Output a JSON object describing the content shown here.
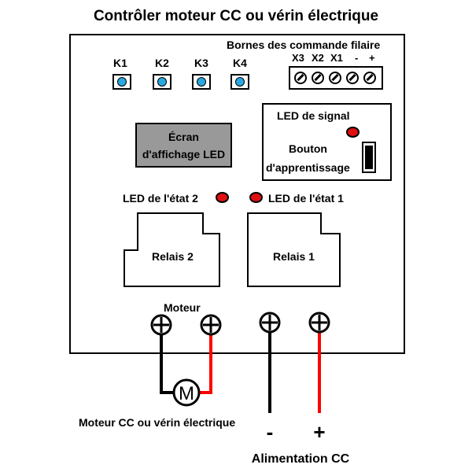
{
  "title": "Contrôler moteur CC ou vérin électrique",
  "keys": [
    "K1",
    "K2",
    "K3",
    "K4"
  ],
  "colors": {
    "key": "#2aa8e0",
    "led": "#e01010",
    "screen": "#999999",
    "wire_red": "#ff0000",
    "wire_black": "#000000"
  },
  "wired_terminals": {
    "title": "Bornes des commande filaire",
    "labels": [
      "X3",
      "X2",
      "X1",
      "-",
      "+"
    ]
  },
  "screen": {
    "line1": "Écran",
    "line2": "d'affichage LED"
  },
  "signal": {
    "led_label": "LED de signal",
    "button_line1": "Bouton",
    "button_line2": "d'apprentissage"
  },
  "status_leds": {
    "led2": "LED de l'état 2",
    "led1": "LED de l'état 1"
  },
  "relays": {
    "relay2": "Relais 2",
    "relay1": "Relais 1"
  },
  "motor": {
    "label": "Moteur",
    "symbol": "M",
    "caption": "Moteur CC ou vérin électrique"
  },
  "power": {
    "minus": "-",
    "plus": "+",
    "caption": "Alimentation CC"
  }
}
